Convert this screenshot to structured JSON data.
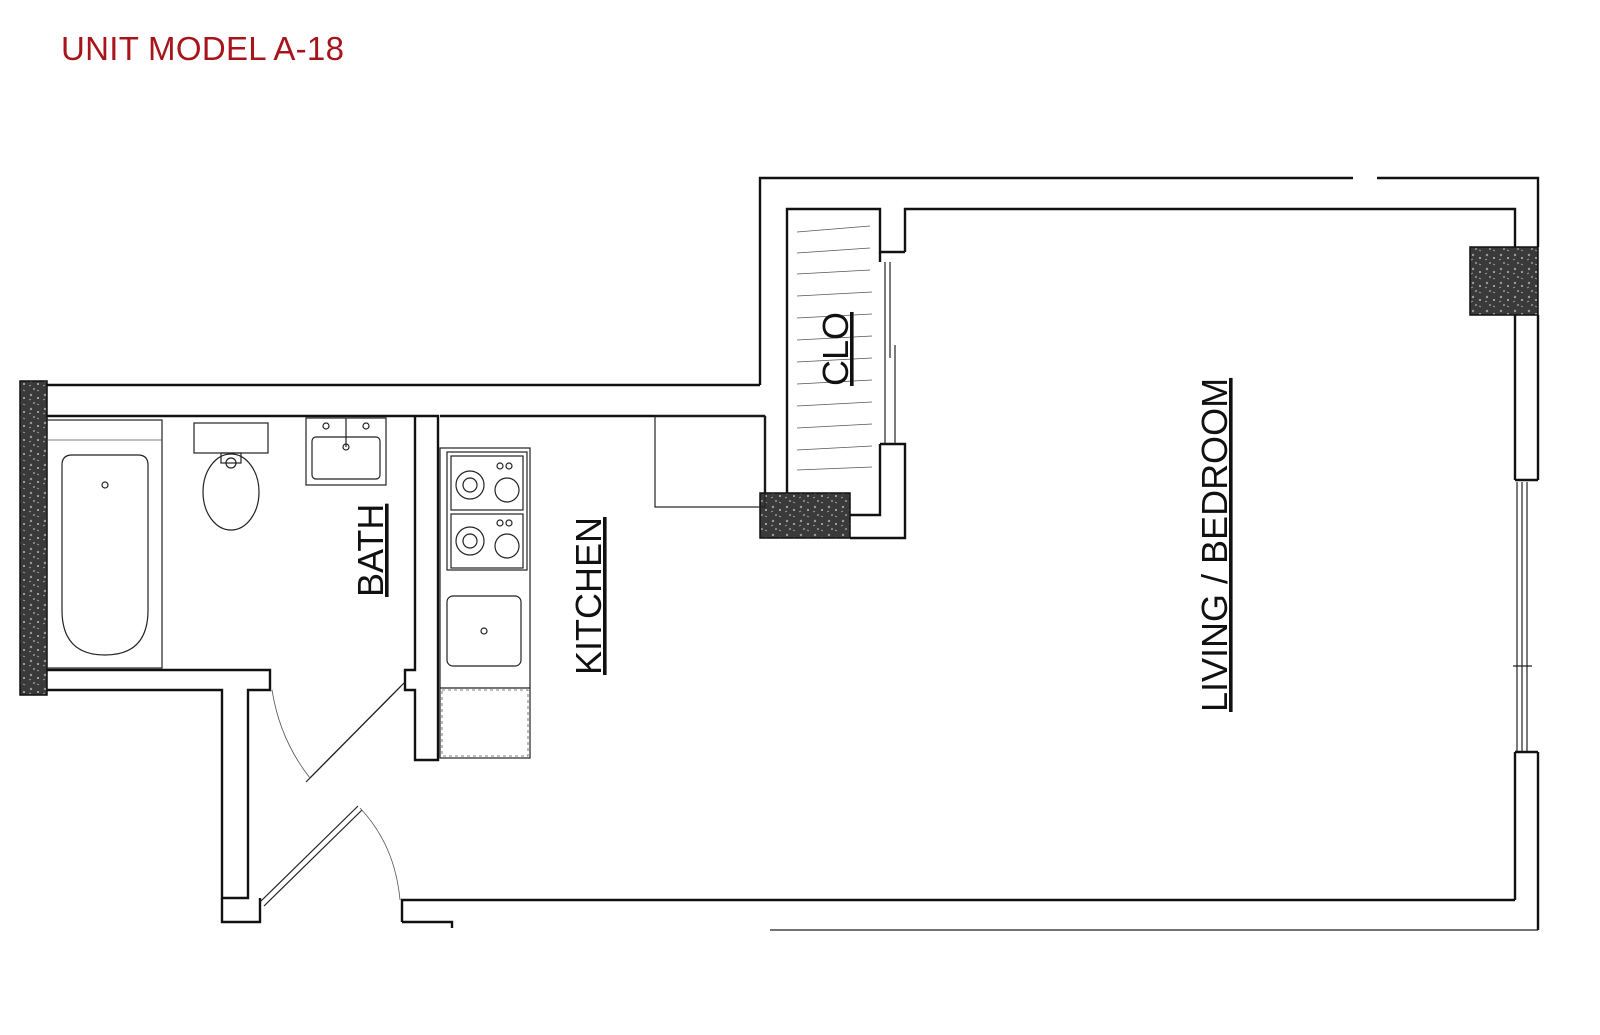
{
  "title": "UNIT MODEL A-18",
  "colors": {
    "title": "#a8141b",
    "wall_line": "#111111",
    "column_fill": "#3a3a3a"
  },
  "rooms": {
    "bath": "BATH",
    "kitchen": "KITCHEN",
    "closet": "CLO",
    "living": "LIVING / BEDROOM"
  }
}
